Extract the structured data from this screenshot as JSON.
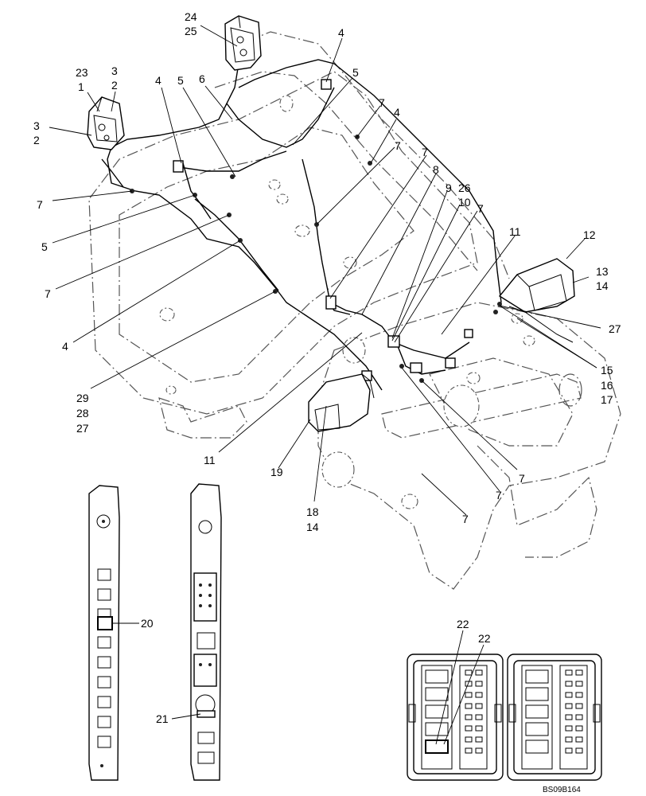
{
  "figure_code": "BS09B164",
  "callouts": [
    {
      "id": "c24",
      "text": "24"
    },
    {
      "id": "c25",
      "text": "25"
    },
    {
      "id": "c4a",
      "text": "4"
    },
    {
      "id": "c23",
      "text": "23"
    },
    {
      "id": "c1",
      "text": "1"
    },
    {
      "id": "c3a",
      "text": "3"
    },
    {
      "id": "c2a",
      "text": "2"
    },
    {
      "id": "c3b",
      "text": "3"
    },
    {
      "id": "c2b",
      "text": "2"
    },
    {
      "id": "c4b",
      "text": "4"
    },
    {
      "id": "c5a",
      "text": "5"
    },
    {
      "id": "c6",
      "text": "6"
    },
    {
      "id": "c5b",
      "text": "5"
    },
    {
      "id": "c7a",
      "text": "7"
    },
    {
      "id": "c4c",
      "text": "4"
    },
    {
      "id": "c7b",
      "text": "7"
    },
    {
      "id": "c7c",
      "text": "7"
    },
    {
      "id": "c7d",
      "text": "7"
    },
    {
      "id": "c8",
      "text": "8"
    },
    {
      "id": "c9",
      "text": "9"
    },
    {
      "id": "c26",
      "text": "26"
    },
    {
      "id": "c10",
      "text": "10"
    },
    {
      "id": "c7e",
      "text": "7"
    },
    {
      "id": "c5c",
      "text": "5"
    },
    {
      "id": "c7f",
      "text": "7"
    },
    {
      "id": "c11a",
      "text": "11"
    },
    {
      "id": "c12",
      "text": "12"
    },
    {
      "id": "c13",
      "text": "13"
    },
    {
      "id": "c14a",
      "text": "14"
    },
    {
      "id": "c4d",
      "text": "4"
    },
    {
      "id": "c27a",
      "text": "27"
    },
    {
      "id": "c29",
      "text": "29"
    },
    {
      "id": "c28",
      "text": "28"
    },
    {
      "id": "c27b",
      "text": "27"
    },
    {
      "id": "c15",
      "text": "15"
    },
    {
      "id": "c16",
      "text": "16"
    },
    {
      "id": "c17",
      "text": "17"
    },
    {
      "id": "c11b",
      "text": "11"
    },
    {
      "id": "c19",
      "text": "19"
    },
    {
      "id": "c7g",
      "text": "7"
    },
    {
      "id": "c7h",
      "text": "7"
    },
    {
      "id": "c18",
      "text": "18"
    },
    {
      "id": "c14b",
      "text": "14"
    },
    {
      "id": "c7i",
      "text": "7"
    },
    {
      "id": "c20",
      "text": "20"
    },
    {
      "id": "c21",
      "text": "21"
    },
    {
      "id": "c22a",
      "text": "22"
    },
    {
      "id": "c22b",
      "text": "22"
    }
  ]
}
